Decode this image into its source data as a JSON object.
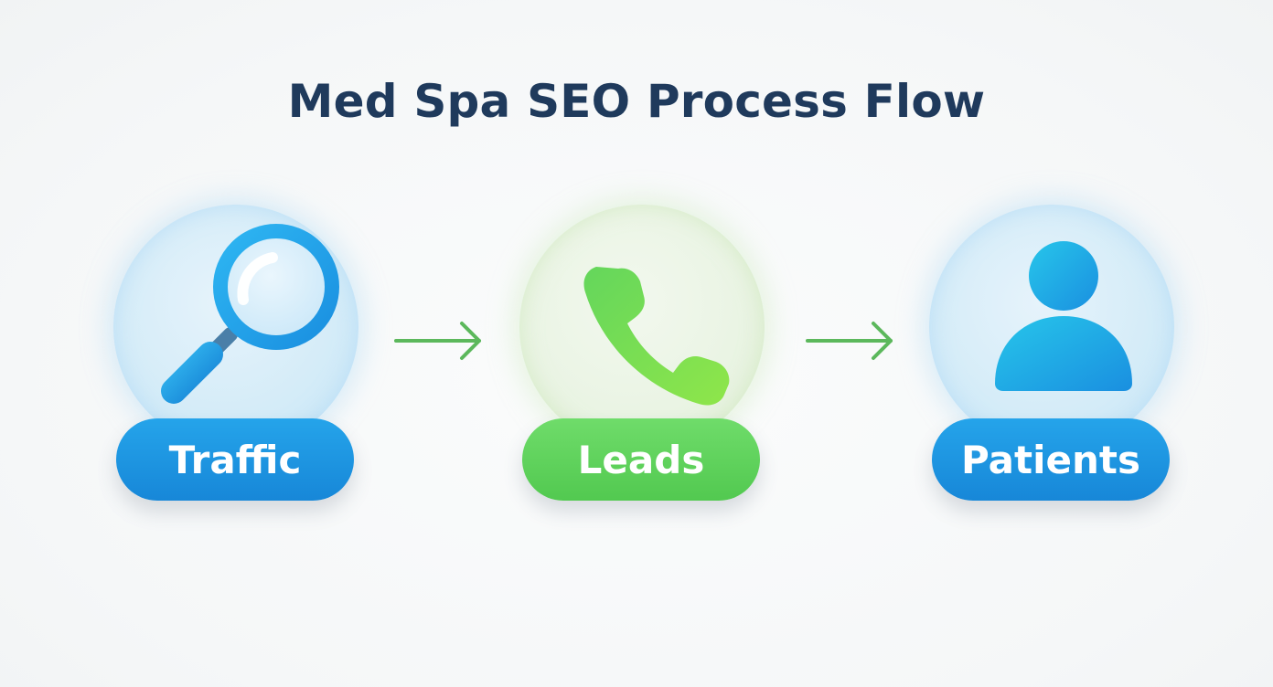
{
  "title": "Med Spa SEO Process Flow",
  "colors": {
    "title": "#1f3a5c",
    "blue_accent": "#1f97e4",
    "green_accent": "#5fd35c",
    "arrow": "#5cb85c"
  },
  "steps": [
    {
      "label": "Traffic",
      "icon": "magnifying-glass-icon",
      "color": "blue"
    },
    {
      "label": "Leads",
      "icon": "phone-icon",
      "color": "green"
    },
    {
      "label": "Patients",
      "icon": "person-icon",
      "color": "blue"
    }
  ],
  "connectors": [
    {
      "icon": "arrow-right-icon"
    },
    {
      "icon": "arrow-right-icon"
    }
  ]
}
